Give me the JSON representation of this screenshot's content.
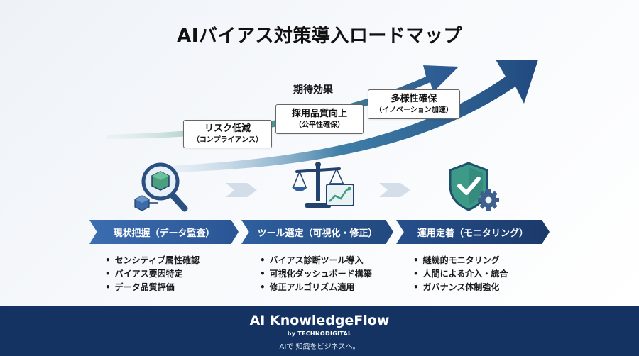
{
  "title": "AIバイアス対策導入ロードマップ",
  "effect_heading": "期待効果",
  "effects": [
    {
      "main": "リスク低減",
      "sub": "（コンプライアンス）"
    },
    {
      "main": "採用品質向上",
      "sub": "（公平性確保）"
    },
    {
      "main": "多様性確保",
      "sub": "（イノベーション加速）"
    }
  ],
  "phases": [
    {
      "label": "現状把握（データ監査）",
      "icon": "magnifier-cube-icon",
      "items": [
        "センシティブ属性確認",
        "バイアス要因特定",
        "データ品質評価"
      ]
    },
    {
      "label": "ツール選定（可視化・修正）",
      "icon": "balance-scale-chart-icon",
      "items": [
        "バイアス診断ツール導入",
        "可視化ダッシュボード構築",
        "修正アルゴリズム適用"
      ]
    },
    {
      "label": "運用定着（モニタリング）",
      "icon": "shield-check-gear-icon",
      "items": [
        "継続的モニタリング",
        "人間による介入・統合",
        "ガバナンス体制強化"
      ]
    }
  ],
  "footer": {
    "brand": "AI KnowledgeFlow",
    "by": "by TECHNODIGITAL",
    "tagline": "AIで 知識をビジネスへ。"
  },
  "colors": {
    "arrow_blue": "#2a5594",
    "arrow_teal": "#3f8f8a",
    "footer_bg": "#143362"
  }
}
